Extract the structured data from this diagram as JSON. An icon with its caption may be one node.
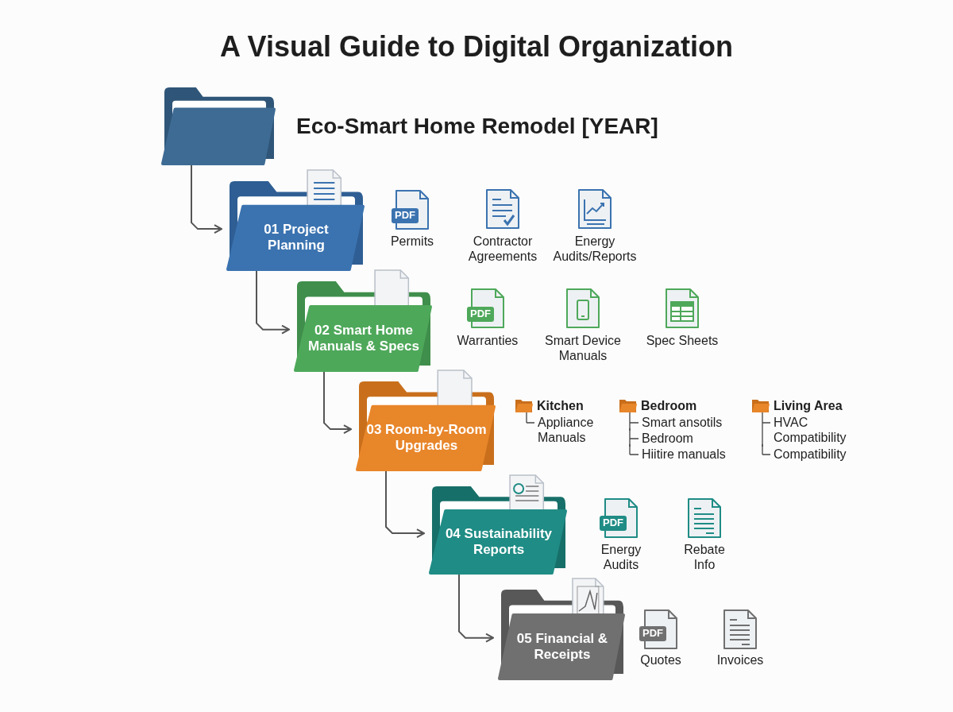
{
  "diagram": {
    "title": "A Visual Guide to Digital Organization",
    "nodes": [
      {
        "text": [
          "Eco-Smart Home Remodel [YEAR]"
        ]
      },
      {
        "text": [
          "01 Project Planning"
        ]
      },
      {
        "text": [
          "02 Smart Home Manuals & Specs"
        ]
      },
      {
        "text": [
          "03 Room-by-Room Upgrades"
        ]
      },
      {
        "text": [
          "04 Sustainability Reports"
        ]
      },
      {
        "text": [
          "05 Financial & Receipts"
        ]
      }
    ],
    "edges": [
      {
        "from": 0,
        "to": 1,
        "arrow": "to"
      },
      {
        "from": 1,
        "to": 2,
        "arrow": "to"
      },
      {
        "from": 2,
        "to": 3,
        "arrow": "to"
      },
      {
        "from": 3,
        "to": 4,
        "arrow": "to"
      },
      {
        "from": 4,
        "to": 5,
        "arrow": "to"
      }
    ],
    "labels": [
      "PDF",
      "Permits",
      "Contractor Agreements",
      "Energy Audits/Reports",
      "PDF",
      "Warranties",
      "Smart Device Manuals",
      "Spec Sheets",
      "Kitchen",
      "Appliance Manuals",
      "Bedroom",
      "Smart ansotils",
      "Bedroom",
      "Hiitire manuals",
      "Living Area",
      "HVAC Compatibility",
      "Compatibility",
      "PDF",
      "Energy Audits",
      "Rebate Info",
      "PDF",
      "Quotes",
      "Invoices"
    ]
  }
}
